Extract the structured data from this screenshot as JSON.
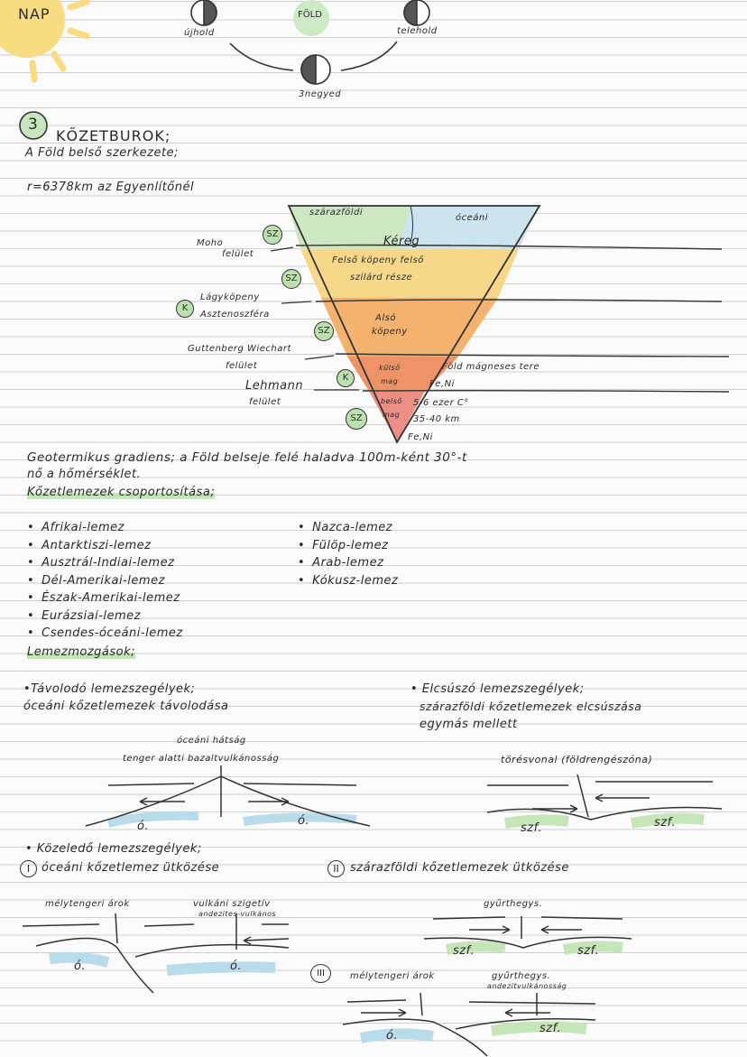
{
  "header": {
    "sun_label": "NAP",
    "earth_label": "FÖLD",
    "new_moon": "újhold",
    "full_moon": "telehold",
    "quarter": "3negyed"
  },
  "section": {
    "number": "3",
    "title": "KŐZETBUROK;",
    "subtitle": "A Föld belső szerkezete;",
    "radius_note": "r=6378km az Egyenlítőnél"
  },
  "diagram": {
    "continental": "szárazföldi",
    "oceanic": "óceáni",
    "crust": "Kéreg",
    "upper_mantle": "Felső köpeny felső",
    "upper_mantle2": "szilárd része",
    "lower_mantle": "Alsó",
    "lower_mantle2": "köpeny",
    "outer_core": "külső",
    "outer_core2": "mag",
    "inner_core": "belső",
    "inner_core2": "mag",
    "moho": "Moho",
    "moho2": "felület",
    "asthenosphere": "Lágyköpeny",
    "asthenosphere2": "Asztenoszféra",
    "gutenberg": "Guttenberg Wiechart",
    "gutenberg2": "felület",
    "lehmann": "Lehmann",
    "lehmann2": "felület",
    "magnetic": "Föld mágneses tere",
    "fe_ni_1": "Fe,Ni",
    "temp": "5-6 ezer C°",
    "pressure": "35-40 km",
    "fe_ni_2": "Fe,Ni",
    "badge_sz": "SZ",
    "badge_k": "K"
  },
  "geothermal": {
    "line1": "Geotermikus gradiens; a Föld belseje felé haladva 100m-ként 30°-t",
    "line2": "nő a hőmérséklet."
  },
  "plates": {
    "heading": "Kőzetlemezek csoportosítása;",
    "left": [
      "Afrikai-lemez",
      "Antarktiszi-lemez",
      "Ausztrál-Indiai-lemez",
      "Dél-Amerikai-lemez",
      "Észak-Amerikai-lemez",
      "Eurázsiai-lemez",
      "Csendes-óceáni-lemez"
    ],
    "right": [
      "Nazca-lemez",
      "Fülöp-lemez",
      "Arab-lemez",
      "Kókusz-lemez"
    ]
  },
  "movements": {
    "heading": "Lemezmozgások;",
    "divergent_title": "•Távolodó lemezszegélyek;",
    "divergent_desc": "óceáni kőzetlemezek távolodása",
    "ridge": "óceáni hátság",
    "basalt": "tenger alatti bazaltvulkánosság",
    "o_mark": "ó.",
    "transform_title": "• Elcsúszó lemezszegélyek;",
    "transform_desc1": "szárazföldi kőzetlemezek elcsúszása",
    "transform_desc2": "egymás mellett",
    "fault": "törésvonal (földrengészóna)",
    "szf_mark": "szf.",
    "convergent_title": "• Közeledő lemezszegélyek;",
    "conv1_num": "I",
    "conv1": "óceáni kőzetlemez ütközése",
    "conv2_num": "II",
    "conv2": "szárazföldi kőzetlemezek ütközése",
    "trench": "mélytengeri árok",
    "island_arc": "vulkáni szigetív",
    "island_arc2": "andezites-vulkános",
    "fold_mtn": "gyűrthegys.",
    "conv3_num": "III",
    "trench2": "mélytengeri árok",
    "fold_mtn2": "gyűrthegys.",
    "andesite": "andezitvulkánosság"
  }
}
